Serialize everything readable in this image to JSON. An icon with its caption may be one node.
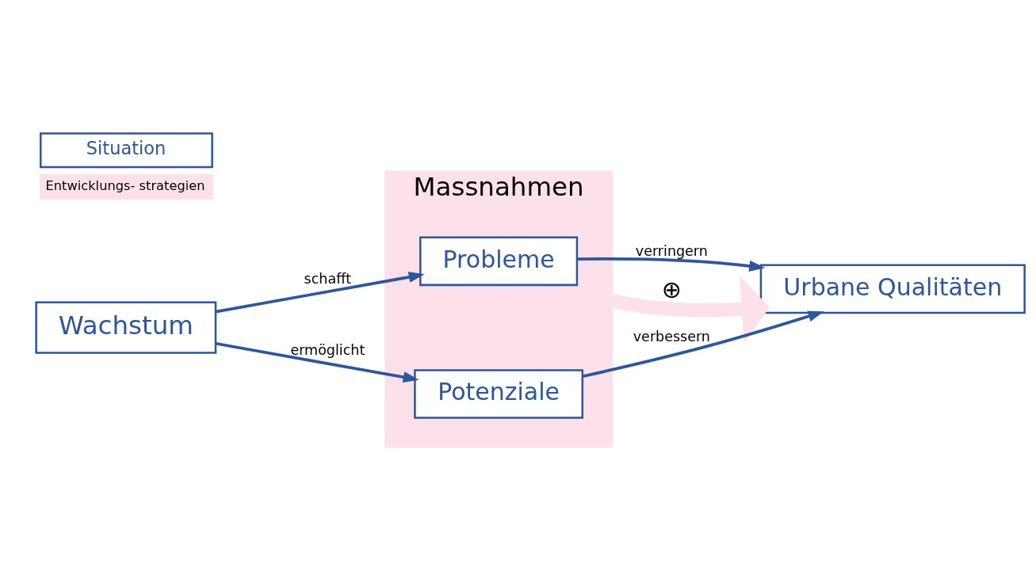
{
  "diagram": {
    "nodes": [
      {
        "text": [
          "Massnahmen"
        ]
      },
      {
        "text": [
          "Probleme"
        ],
        "in": 0
      },
      {
        "text": [
          "Potenziale"
        ],
        "in": 0
      },
      {
        "text": [
          "Wachstum"
        ]
      },
      {
        "text": [
          "Urbane Qualitäten"
        ]
      }
    ],
    "edges": [
      {
        "from": 3,
        "to": 1,
        "arrow": "to",
        "label": "schafft"
      },
      {
        "from": 3,
        "to": 2,
        "arrow": "to",
        "label": "ermöglicht"
      },
      {
        "from": 1,
        "to": 4,
        "arrow": "to",
        "label": "verringern"
      },
      {
        "from": 2,
        "to": 4,
        "arrow": "to",
        "label": "verbessern"
      },
      {
        "from": 0,
        "to": 4,
        "arrow": "to",
        "label": "⊕",
        "style": "thick",
        "color": "#fce0ea"
      }
    ],
    "legend": [
      {
        "text": "Situation"
      },
      {
        "text": "Entwicklungs- strategien",
        "color": "#fce0ea"
      }
    ]
  }
}
